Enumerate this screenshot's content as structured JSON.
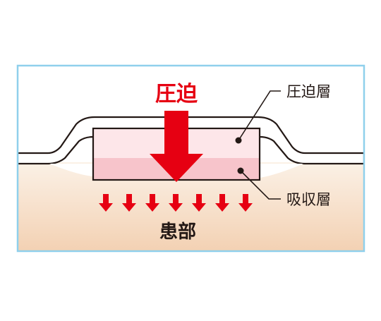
{
  "diagram": {
    "pressure_label": "圧迫",
    "affected_area_label": "患部",
    "layers": [
      {
        "id": "compression",
        "label": "圧迫層"
      },
      {
        "id": "absorption",
        "label": "吸収層"
      }
    ],
    "colors": {
      "frame_border": "#8fd0ec",
      "pressure_red": "#e60012",
      "skin_top": "#fbf1e6",
      "skin_bottom": "#f3d1b3",
      "upper_layer": "#fde6e9",
      "lower_layer": "#f7c4cb",
      "outline": "#231815"
    }
  }
}
